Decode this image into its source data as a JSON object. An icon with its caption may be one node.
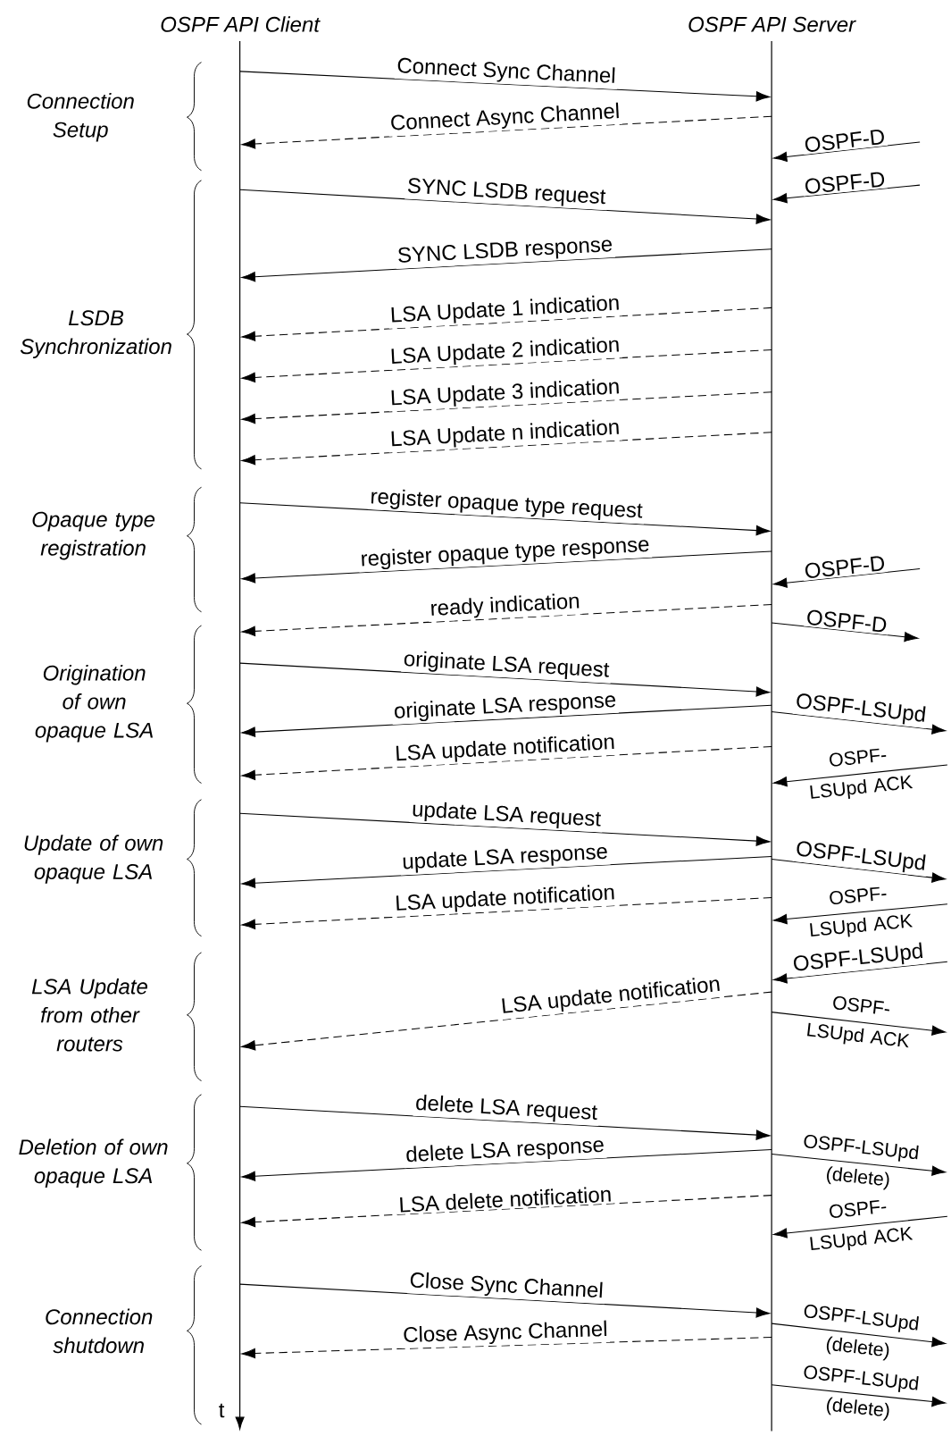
{
  "diagram": {
    "nodes": [
      {
        "text": [],
        "shape": "bar",
        "beside": [
          "OSPF API Client"
        ]
      },
      {
        "text": [],
        "shape": "bar",
        "beside": [
          "OSPF API Server"
        ]
      }
    ],
    "edges": [
      {
        "from": 0,
        "to": 1,
        "arrow": "to",
        "label": "Connect Sync Channel"
      },
      {
        "from": 1,
        "to": 0,
        "arrow": "to",
        "label": "Connect Async Channel",
        "style": "dashed"
      },
      {
        "from": null,
        "to": 1,
        "arrow": "to",
        "label": "OSPF-D"
      },
      {
        "from": null,
        "to": 1,
        "arrow": "to",
        "label": "OSPF-D"
      },
      {
        "from": 0,
        "to": 1,
        "arrow": "to",
        "label": "SYNC LSDB request"
      },
      {
        "from": 1,
        "to": 0,
        "arrow": "to",
        "label": "SYNC LSDB response"
      },
      {
        "from": 1,
        "to": 0,
        "arrow": "to",
        "label": "LSA Update 1 indication",
        "style": "dashed"
      },
      {
        "from": 1,
        "to": 0,
        "arrow": "to",
        "label": "LSA Update 2 indication",
        "style": "dashed"
      },
      {
        "from": 1,
        "to": 0,
        "arrow": "to",
        "label": "LSA Update 3 indication",
        "style": "dashed"
      },
      {
        "from": 1,
        "to": 0,
        "arrow": "to",
        "label": "LSA Update n indication",
        "style": "dashed"
      },
      {
        "from": 0,
        "to": 1,
        "arrow": "to",
        "label": "register opaque type request"
      },
      {
        "from": 1,
        "to": 0,
        "arrow": "to",
        "label": "register opaque type response"
      },
      {
        "from": null,
        "to": 1,
        "arrow": "to",
        "label": "OSPF-D"
      },
      {
        "from": 1,
        "to": 0,
        "arrow": "to",
        "label": "ready indication",
        "style": "dashed"
      },
      {
        "from": 1,
        "to": null,
        "arrow": "to",
        "label": "OSPF-D"
      },
      {
        "from": 0,
        "to": 1,
        "arrow": "to",
        "label": "originate LSA request"
      },
      {
        "from": 1,
        "to": 0,
        "arrow": "to",
        "label": "originate LSA response"
      },
      {
        "from": 1,
        "to": null,
        "arrow": "to",
        "label": "OSPF-LSUpd"
      },
      {
        "from": 1,
        "to": 0,
        "arrow": "to",
        "label": "LSA update notification",
        "style": "dashed"
      },
      {
        "from": null,
        "to": 1,
        "arrow": "to",
        "label": "OSPF-LSUpd ACK"
      },
      {
        "from": 0,
        "to": 1,
        "arrow": "to",
        "label": "update LSA request"
      },
      {
        "from": 1,
        "to": 0,
        "arrow": "to",
        "label": "update LSA response"
      },
      {
        "from": 1,
        "to": null,
        "arrow": "to",
        "label": "OSPF-LSUpd"
      },
      {
        "from": 1,
        "to": 0,
        "arrow": "to",
        "label": "LSA update notification",
        "style": "dashed"
      },
      {
        "from": null,
        "to": 1,
        "arrow": "to",
        "label": "OSPF-LSUpd ACK"
      },
      {
        "from": null,
        "to": 1,
        "arrow": "to",
        "label": "OSPF-LSUpd"
      },
      {
        "from": 1,
        "to": 0,
        "arrow": "to",
        "label": "LSA update notification",
        "style": "dashed"
      },
      {
        "from": 1,
        "to": null,
        "arrow": "to",
        "label": "OSPF-LSUpd ACK"
      },
      {
        "from": 0,
        "to": 1,
        "arrow": "to",
        "label": "delete LSA request"
      },
      {
        "from": 1,
        "to": 0,
        "arrow": "to",
        "label": "delete LSA response"
      },
      {
        "from": 1,
        "to": null,
        "arrow": "to",
        "label": "OSPF-LSUpd (delete)"
      },
      {
        "from": 1,
        "to": 0,
        "arrow": "to",
        "label": "LSA delete notification",
        "style": "dashed"
      },
      {
        "from": null,
        "to": 1,
        "arrow": "to",
        "label": "OSPF-LSUpd ACK"
      },
      {
        "from": 0,
        "to": 1,
        "arrow": "to",
        "label": "Close Sync Channel"
      },
      {
        "from": 1,
        "to": 0,
        "arrow": "to",
        "label": "Close Async Channel",
        "style": "dashed"
      },
      {
        "from": 1,
        "to": null,
        "arrow": "to",
        "label": "OSPF-LSUpd (delete)"
      },
      {
        "from": 1,
        "to": null,
        "arrow": "to",
        "label": "OSPF-LSUpd (delete)"
      }
    ],
    "labels": [
      "Connection Setup",
      "LSDB Synchronization",
      "Opaque type registration",
      "Origination of own opaque LSA",
      "Update of own opaque LSA",
      "LSA Update from other routers",
      "Deletion of own opaque LSA",
      "Connection shutdown",
      "t"
    ]
  }
}
